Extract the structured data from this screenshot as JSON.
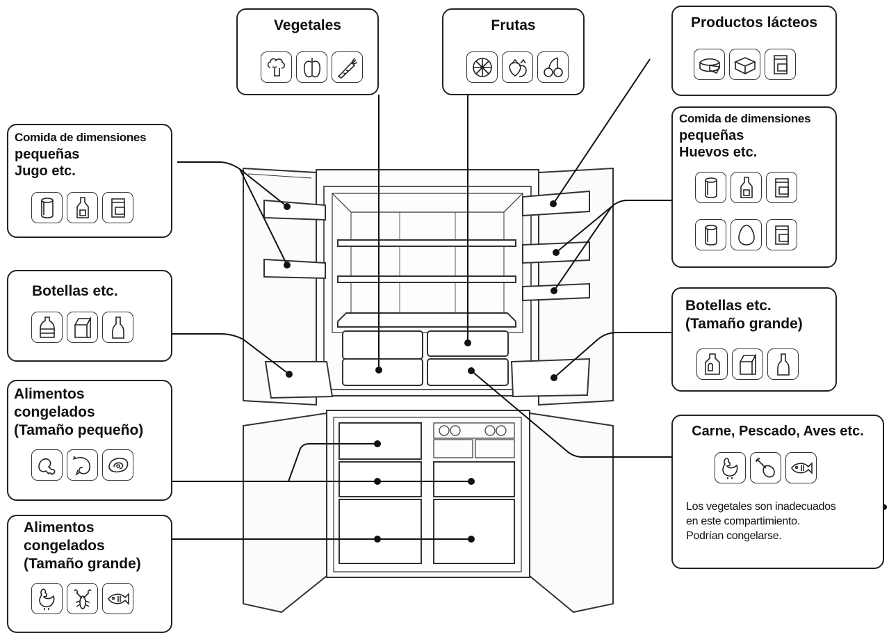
{
  "callouts": {
    "vegetables": {
      "title": "Vegetales",
      "icons": [
        "broccoli-icon",
        "pepper-icon",
        "carrot-icon"
      ]
    },
    "fruits": {
      "title": "Frutas",
      "icons": [
        "citrus-slice-icon",
        "strawberry-icon",
        "cherries-icon"
      ]
    },
    "dairy": {
      "title": "Productos lácteos",
      "icons": [
        "cheese-icon",
        "butter-icon",
        "jar-icon"
      ]
    },
    "small_food_eggs": {
      "title_line1": "Comida de dimensiones",
      "title_line2": "pequeñas",
      "title_line3": "Huevos etc.",
      "icons": [
        "can-icon",
        "bottle-icon",
        "jar-icon",
        "can-icon",
        "egg-icon",
        "jar-icon"
      ]
    },
    "small_food_juice": {
      "title_line1": "Comida de dimensiones",
      "title_line2": "pequeñas",
      "title_line3": "Jugo etc.",
      "icons": [
        "can-icon",
        "bottle-icon",
        "jar-icon"
      ]
    },
    "bottles": {
      "title": "Botellas etc.",
      "icons": [
        "plastic-bottle-icon",
        "milk-carton-icon",
        "wine-bottle-icon"
      ]
    },
    "bottles_large": {
      "title_line1": "Botellas etc.",
      "title_line2": "(Tamaño grande)",
      "icons": [
        "jug-icon",
        "milk-carton-icon",
        "wine-bottle-icon"
      ]
    },
    "frozen_small": {
      "title_line1": "Alimentos",
      "title_line2": "congelados",
      "title_line3": "(Tamaño pequeño)",
      "icons": [
        "chicken-leg-icon",
        "shrimp-icon",
        "fish-steak-icon"
      ]
    },
    "frozen_large": {
      "title_line1": "Alimentos",
      "title_line2": "congelados",
      "title_line3": "(Tamaño grande)",
      "icons": [
        "chicken-icon",
        "lobster-icon",
        "fish-icon"
      ]
    },
    "meat_fish": {
      "title": "Carne, Pescado, Aves etc.",
      "icons": [
        "chicken-icon",
        "drumstick-icon",
        "fish-icon"
      ],
      "note_line1": "Los vegetales son inadecuados",
      "note_line2": "en este compartimiento.",
      "note_line3": "Podrían congelarse."
    }
  }
}
